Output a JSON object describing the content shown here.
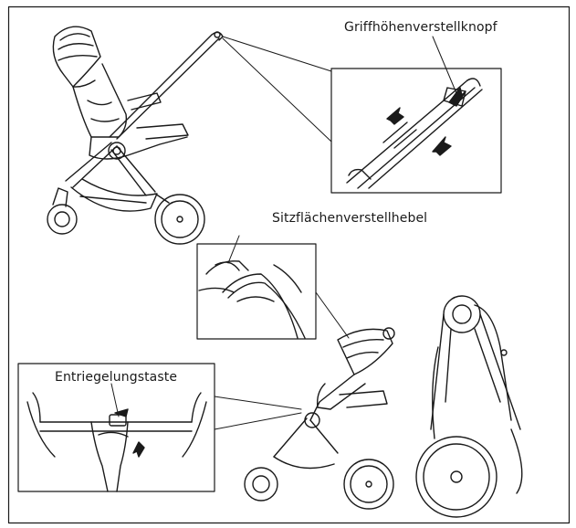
{
  "labels": {
    "handle_height_button": "Griffhöhenverstellknopf",
    "seat_adjust_lever": "Sitzflächenverstellhebel",
    "release_button": "Entriegelungstaste"
  },
  "colors": {
    "line": "#1a1a1a",
    "background": "#ffffff",
    "frame_border": "#222222"
  },
  "icons": [
    "stroller-side-view",
    "stroller-folded",
    "handle-detail",
    "lever-detail",
    "hand-release-detail",
    "direction-arrow"
  ]
}
